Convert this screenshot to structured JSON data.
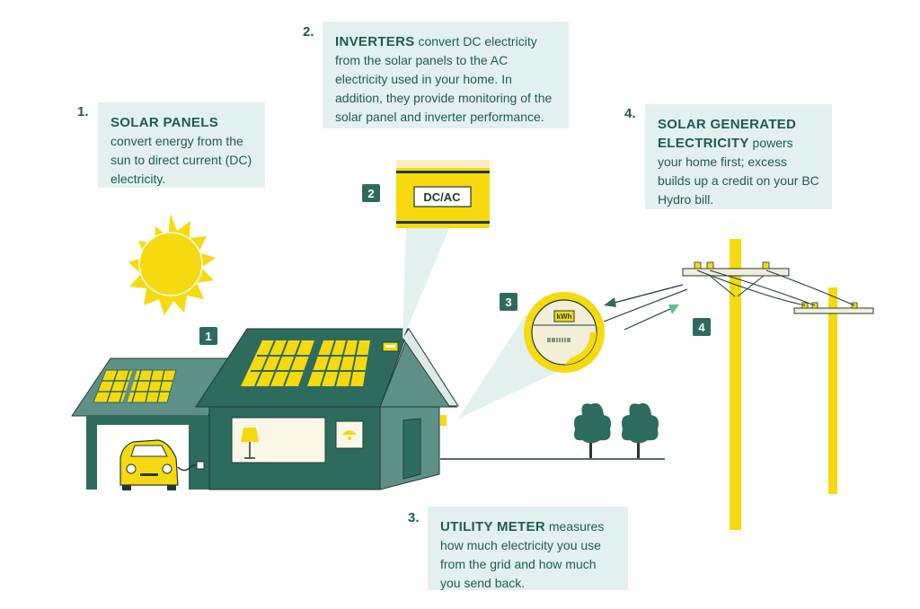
{
  "steps": [
    {
      "num": "1.",
      "title": "SOLAR PANELS",
      "text": " convert energy from the sun to direct current (DC) electricity."
    },
    {
      "num": "2.",
      "title": "INVERTERS",
      "text": " convert DC electricity from the solar panels to the AC electricity used in your home. In addition, they provide monitoring of the solar panel and inverter performance."
    },
    {
      "num": "3.",
      "title": "UTILITY METER",
      "text": " measures how much electricity you use from the grid and how much you send back."
    },
    {
      "num": "4.",
      "title": "SOLAR GENERATED ELECTRICITY",
      "text": "  powers your home first; excess builds up a credit on your BC Hydro bill."
    }
  ],
  "badges": [
    "1",
    "2",
    "3",
    "4"
  ],
  "inverter_label": "DC/AC",
  "meter_label": "kWh",
  "colors": {
    "dark_green": "#2e6b5f",
    "mid_green": "#5d9187",
    "callout_bg": "#e2f1ef",
    "yellow": "#f6d90f",
    "text": "#1f5b52"
  }
}
